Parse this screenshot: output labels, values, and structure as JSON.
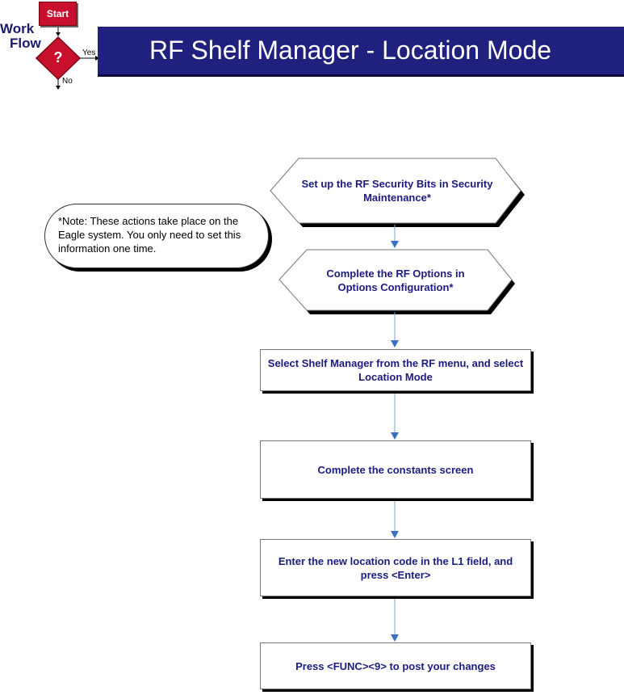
{
  "logo": {
    "start_label": "Start",
    "decision_label": "?",
    "yes_label": "Yes",
    "no_label": "No",
    "word1": "Work",
    "word2": "Flow"
  },
  "header": {
    "title": "RF Shelf Manager - Location Mode"
  },
  "note": {
    "text": "*Note: These actions take place on the Eagle system. You only need to set this information one time."
  },
  "steps": [
    {
      "text": "Set up the RF Security Bits in Security Maintenance*"
    },
    {
      "text": "Complete the RF Options in Options Configuration*"
    },
    {
      "text": "Select Shelf Manager from the RF menu, and select Location Mode"
    },
    {
      "text": "Complete the constants screen"
    },
    {
      "text": "Enter the new location code in the L1 field, and press <Enter>"
    },
    {
      "text": "Press <FUNC><9> to post your changes"
    }
  ],
  "colors": {
    "banner": "#20207e",
    "step_text": "#1c1c80",
    "connector": "#7aa6d8",
    "arrowhead": "#3a6fc4",
    "logo_red": "#c8102e"
  }
}
